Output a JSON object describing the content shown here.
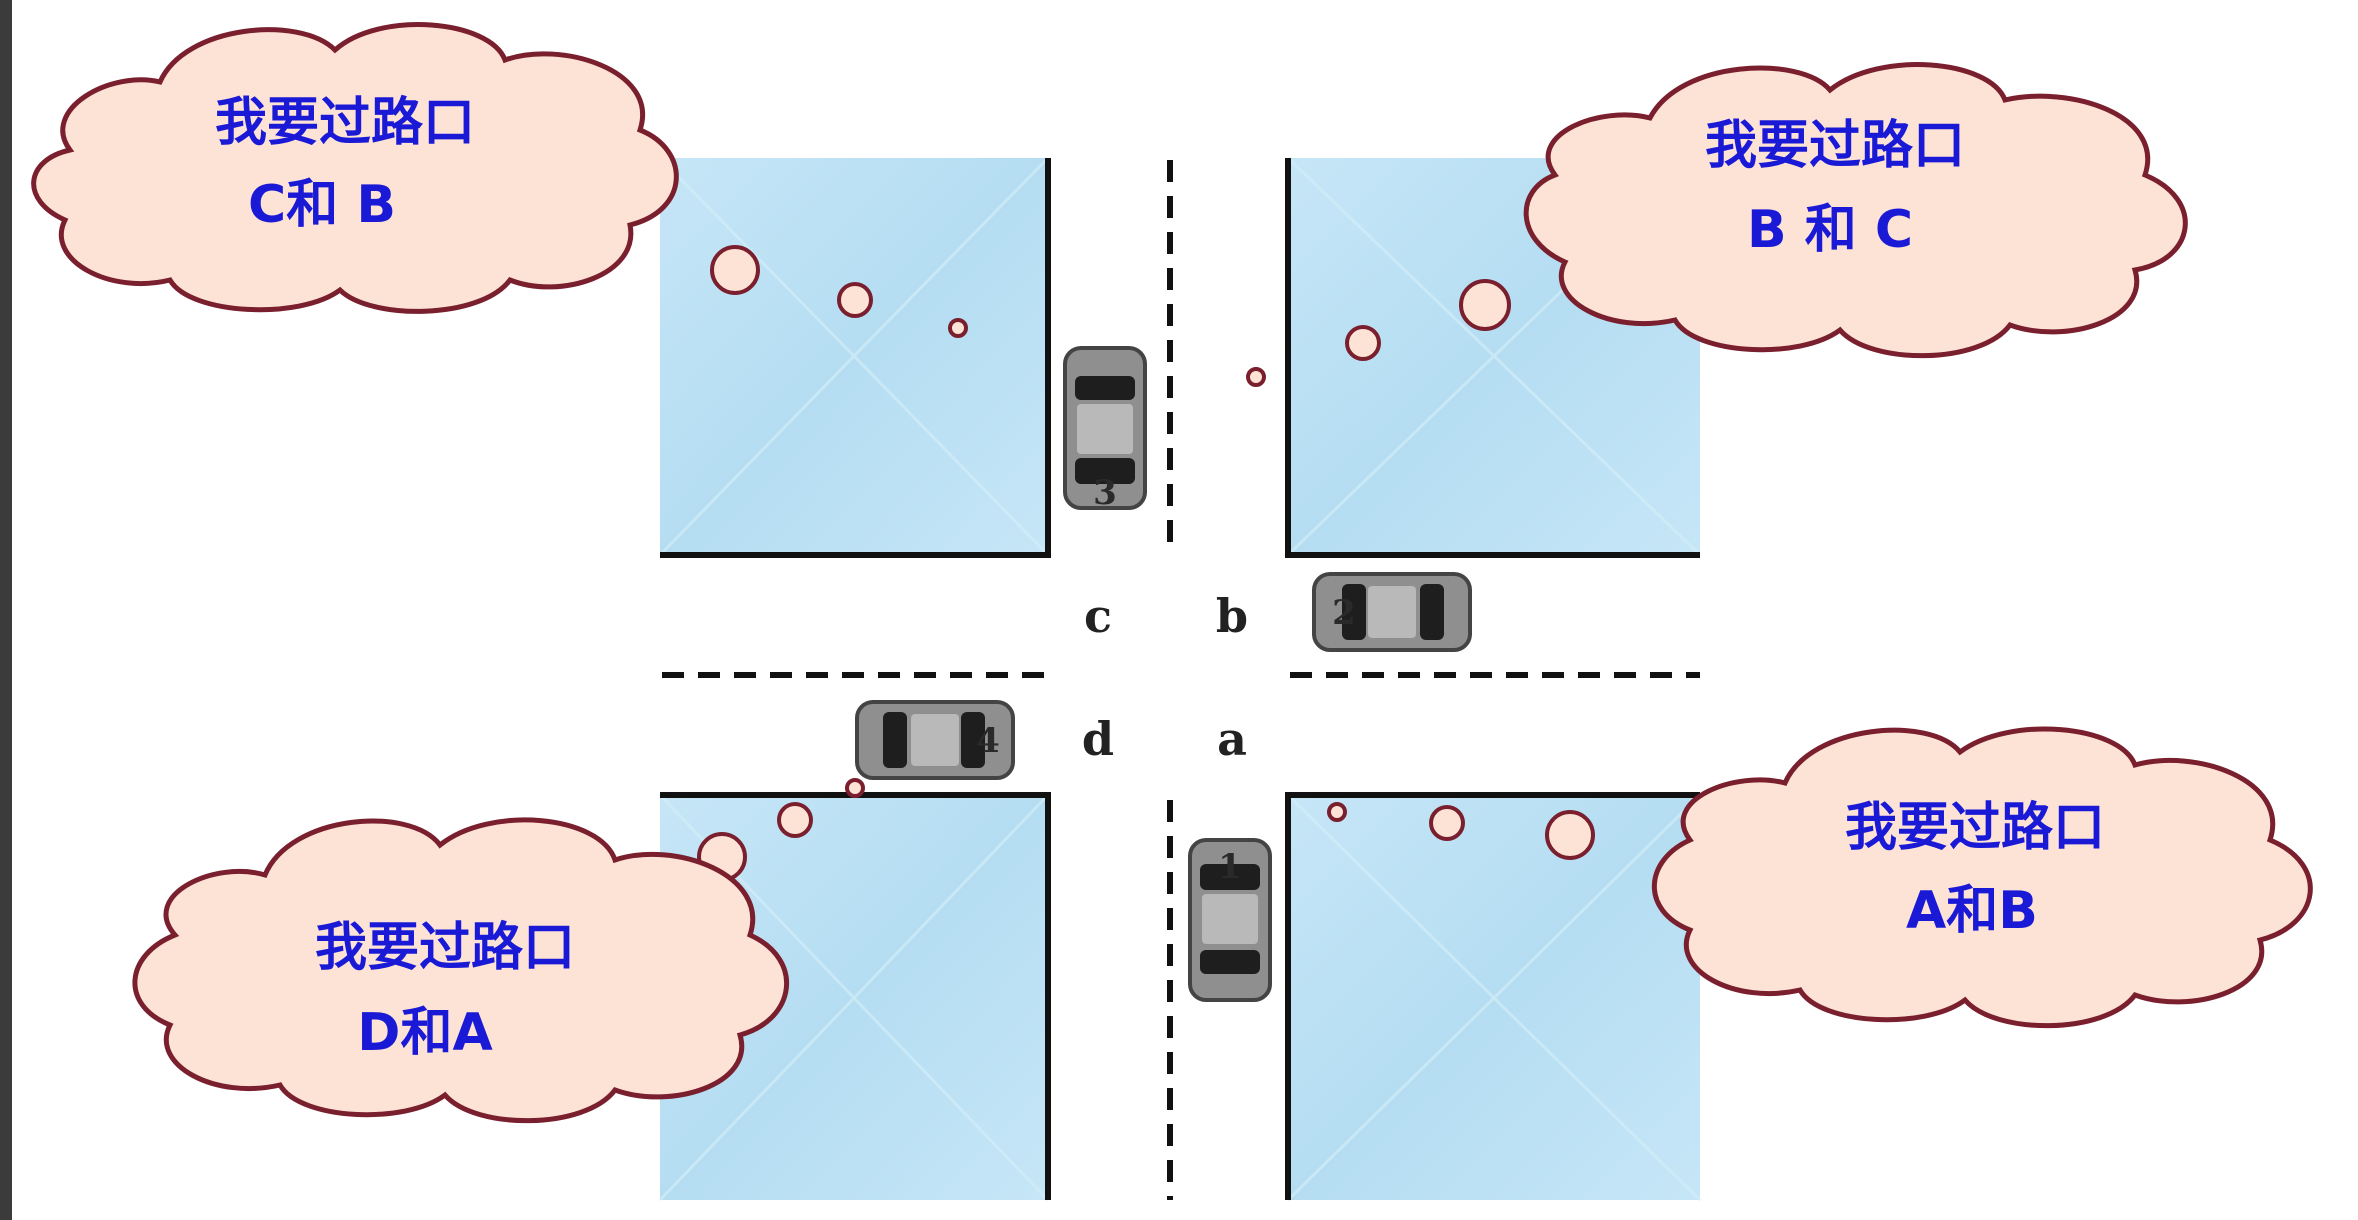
{
  "lanes": {
    "a": "a",
    "b": "b",
    "c": "c",
    "d": "d"
  },
  "cars": [
    {
      "number": "1"
    },
    {
      "number": "2"
    },
    {
      "number": "3"
    },
    {
      "number": "4"
    }
  ],
  "thoughts": {
    "top_left": {
      "line1": "我要过路口",
      "line2": "C和 B"
    },
    "top_right": {
      "line1": "我要过路口",
      "line2": "B 和 C"
    },
    "bottom_left": {
      "line1": "我要过路口",
      "line2": "D和A"
    },
    "bottom_right": {
      "line1": "我要过路口",
      "line2": "A和B"
    }
  },
  "colors": {
    "block_fill": "#bfe3f5",
    "cloud_fill": "#fde3d6",
    "cloud_stroke": "#7a1f2e",
    "text_blue": "#1a1ad6",
    "car_body": "#8f8f8f"
  }
}
